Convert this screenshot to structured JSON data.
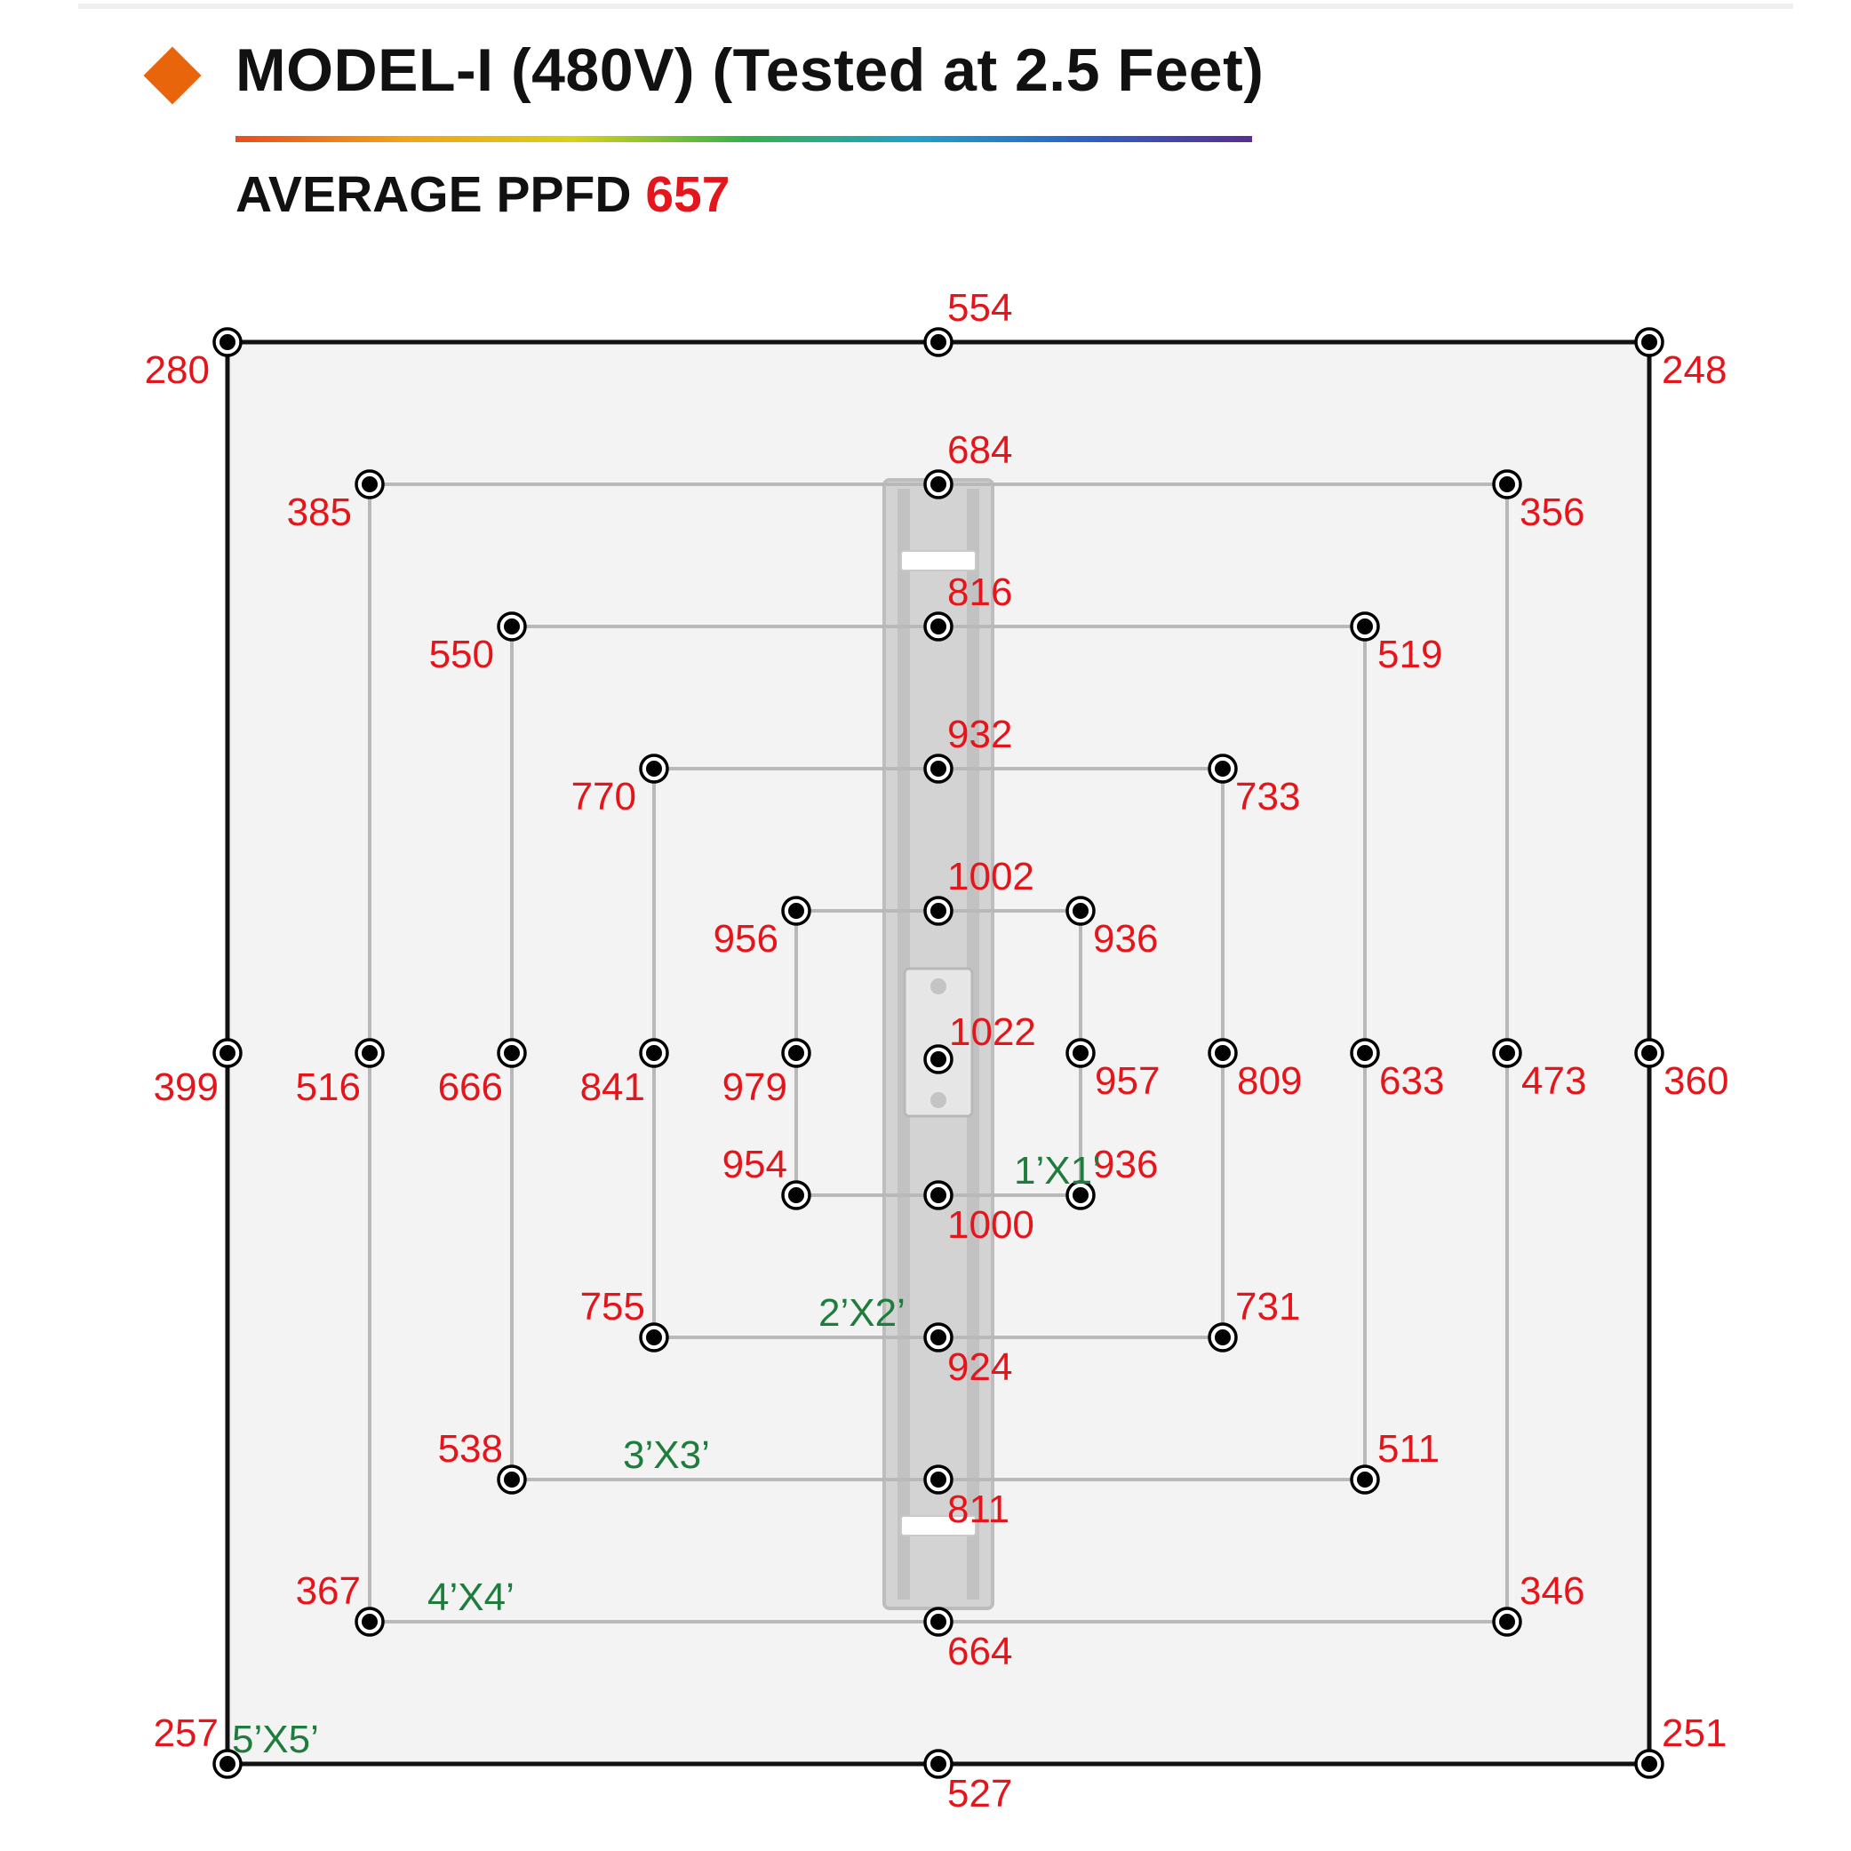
{
  "header": {
    "title": "MODEL-I (480V) (Tested at 2.5 Feet)",
    "subtitle_label": "AVERAGE PPFD",
    "subtitle_value": "657"
  },
  "colors": {
    "bullet": "#e8650c",
    "reading": "#e4161b",
    "zone_label": "#1e7d3c"
  },
  "zones": [
    "1’X1’",
    "2’X2’",
    "3’X3’",
    "4’X4’",
    "5’X5’"
  ],
  "rings": [
    {
      "zone": "1’X1’",
      "readings": [
        "956",
        "1002",
        "936",
        "957",
        "936",
        "1000",
        "954",
        "979"
      ]
    },
    {
      "zone": "2’X2’",
      "readings": [
        "770",
        "932",
        "733",
        "809",
        "731",
        "924",
        "755",
        "841"
      ]
    },
    {
      "zone": "3’X3’",
      "readings": [
        "550",
        "816",
        "519",
        "633",
        "511",
        "811",
        "538",
        "666"
      ]
    },
    {
      "zone": "4’X4’",
      "readings": [
        "385",
        "684",
        "356",
        "473",
        "346",
        "664",
        "367",
        "516"
      ]
    },
    {
      "zone": "5’X5’",
      "readings": [
        "280",
        "554",
        "248",
        "360",
        "251",
        "527",
        "257",
        "399"
      ]
    }
  ],
  "center_reading": "1022"
}
